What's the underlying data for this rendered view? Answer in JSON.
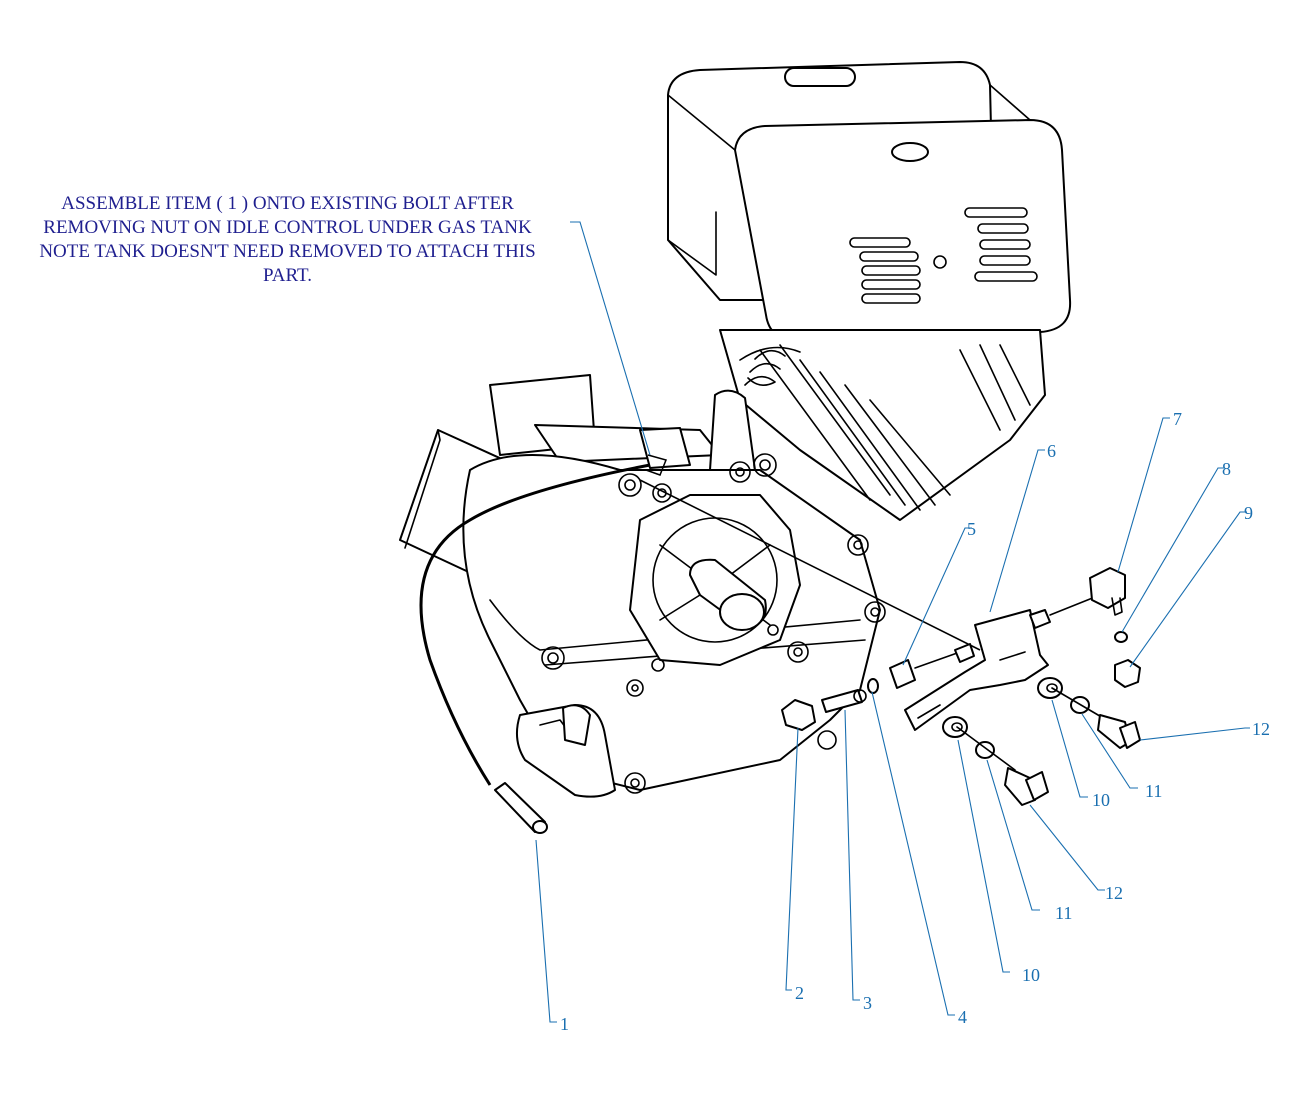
{
  "note": {
    "lines": [
      "ASSEMBLE ITEM ( 1 ) ONTO EXISTING BOLT AFTER",
      "REMOVING NUT ON IDLE CONTROL UNDER GAS TANK",
      "NOTE TANK DOESN'T NEED REMOVED TO ATTACH THIS",
      "PART."
    ]
  },
  "callouts": [
    "1",
    "2",
    "3",
    "4",
    "5",
    "6",
    "7",
    "8",
    "9",
    "10",
    "11",
    "12",
    "10",
    "11",
    "12"
  ],
  "colors": {
    "callout": "#1a6fb0",
    "note": "#1f1f8f",
    "line": "#000000"
  }
}
